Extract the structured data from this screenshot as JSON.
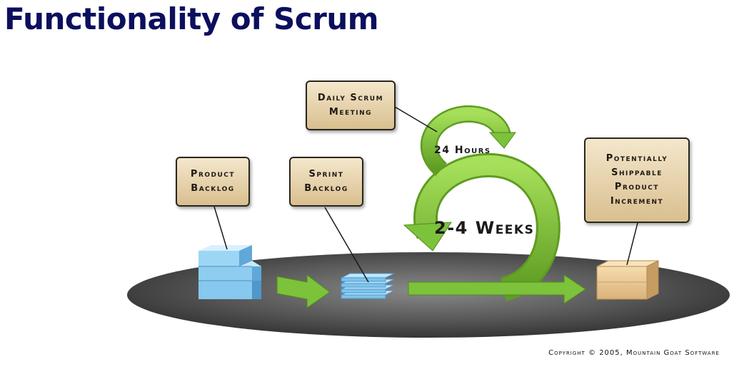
{
  "title": "Functionality of Scrum",
  "labels": {
    "product_backlog": "Product\nBacklog",
    "sprint_backlog": "Sprint\nBacklog",
    "daily_scrum": "Daily Scrum\nMeeting",
    "shippable_increment": "Potentially\nShippable\nProduct\nIncrement"
  },
  "cycle": {
    "daily": "24 Hours",
    "sprint": "2-4 Weeks"
  },
  "copyright": "Copyright © 2005, Mountain Goat Software",
  "colors": {
    "title": "#0c0f5e",
    "arrow_green": "#7cc23a",
    "box_fill": "#e8d4a8",
    "block_blue": "#8fcdf0",
    "platform": "#4a4a4a"
  }
}
